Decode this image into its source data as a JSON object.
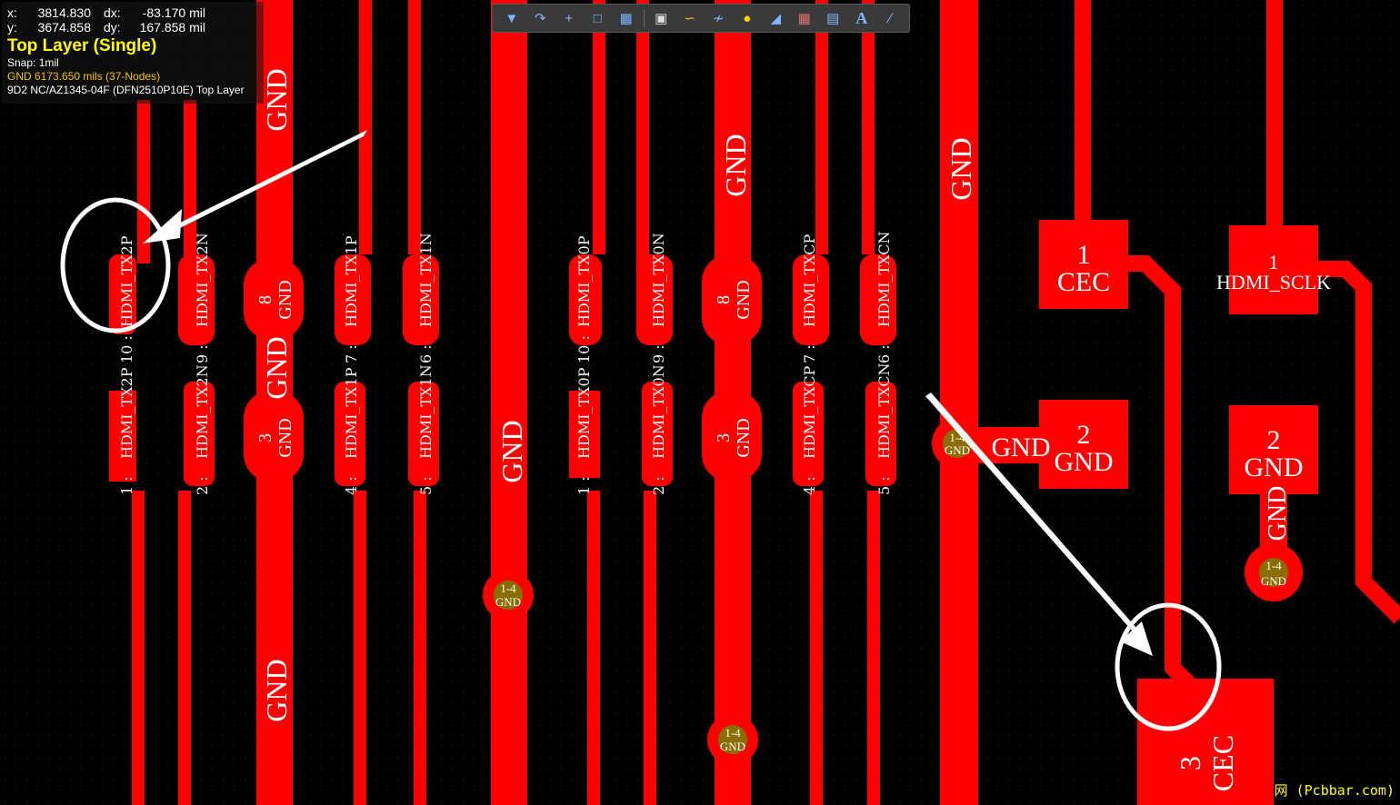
{
  "hud": {
    "x_label": "x:",
    "x_value": "3814.830",
    "dx_label": "dx:",
    "dx_value": "-83.170 mil",
    "y_label": "y:",
    "y_value": "3674.858",
    "dy_label": "dy:",
    "dy_value": "167.858 mil",
    "layer": "Top Layer (Single)",
    "snap": "Snap: 1mil",
    "net_info": "GND   6173.650 mils  (37-Nodes)",
    "component": "9D2 NC/AZ1345-04F (DFN2510P10E) Top Layer"
  },
  "toolbar": {
    "icons": [
      "filter-icon",
      "route-icon",
      "add-icon",
      "select-rect-icon",
      "chart-icon",
      "component-icon",
      "track-icon",
      "tune-icon",
      "pin-icon",
      "polygon-icon",
      "rule-icon",
      "measure-icon",
      "text-icon",
      "line-icon"
    ]
  },
  "net_labels": {
    "gnd": "GND",
    "one_four": "1-4",
    "hdmi_tx2p": "HDMI_TX2P",
    "hdmi_tx2n": "HDMI_TX2N",
    "hdmi_tx1p": "HDMI_TX1P",
    "hdmi_tx1n": "HDMI_TX1N",
    "hdmi_tx0p": "HDMI_TX0P",
    "hdmi_tx0n": "HDMI_TX0N",
    "hdmi_txcp": "HDMI_TXCP",
    "hdmi_txcn": "HDMI_TXCN",
    "cec": "CEC",
    "hdmi_sclk": "HDMI_SCLK"
  },
  "pin_labels": {
    "p1": "1 :",
    "p2": "2 :",
    "p4": "4 :",
    "p5": "5 :",
    "p6": "6 :",
    "p7": "7 :",
    "p9": "9 :",
    "p10": "10 :",
    "n1": "1",
    "n2": "2",
    "n3": "3",
    "n8": "8"
  },
  "watermark": "网 (Pcbbar.com)",
  "colors": {
    "copper": "#ff0000",
    "via": "#8a6d00",
    "background": "#000000",
    "annotation": "#ffffff"
  }
}
